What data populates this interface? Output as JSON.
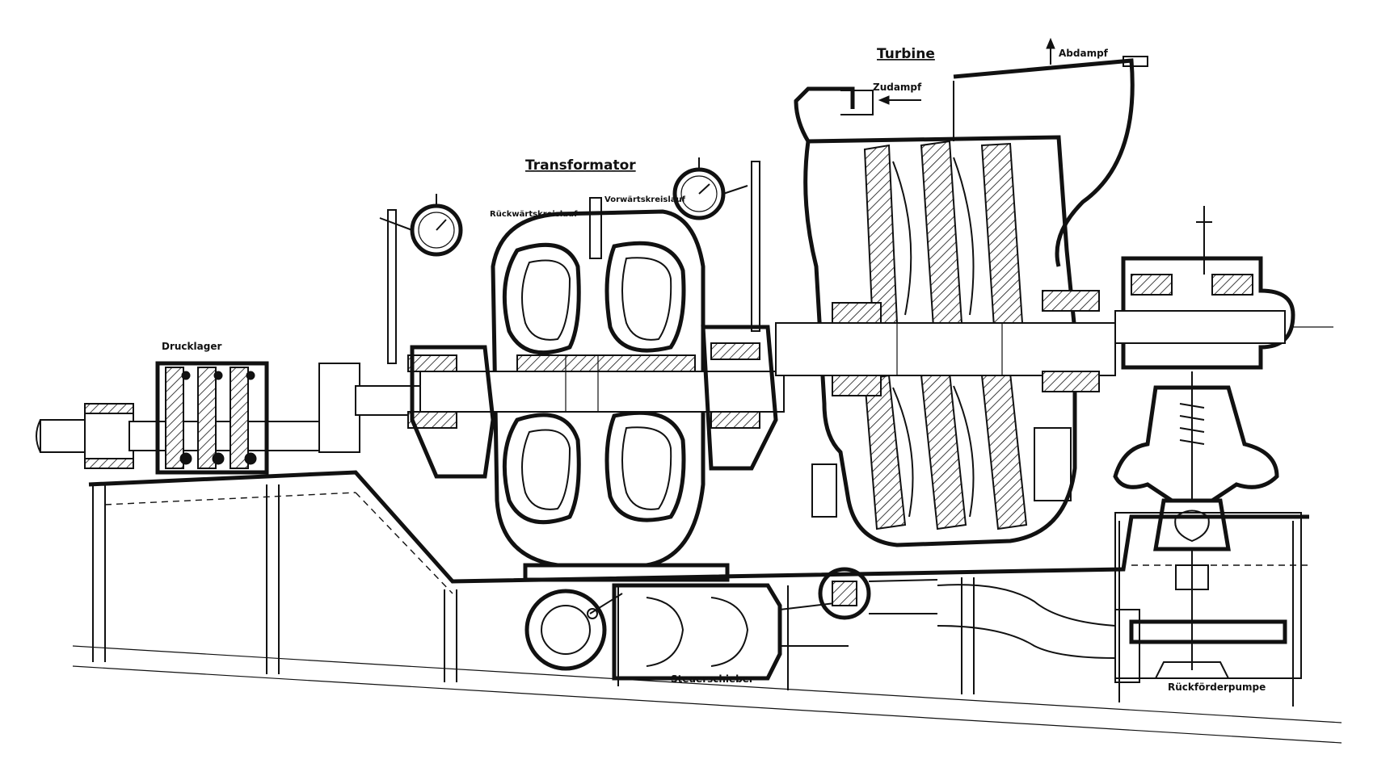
{
  "labels": {
    "turbine": "Turbine",
    "transformator": "Transformator",
    "abdampf": "Abdampf",
    "zudampf": "Zudampf",
    "rueckwaertskreislauf": "Rückwärtskreislauf",
    "vorwaertskreislauf": "Vorwärtskreislauf",
    "drucklager": "Drucklager",
    "steuerschieber": "Steuerschieber",
    "rueckfoerderpumpe": "Rückförderpumpe"
  },
  "colors": {
    "ink": "#111111",
    "paper": "#ffffff"
  }
}
